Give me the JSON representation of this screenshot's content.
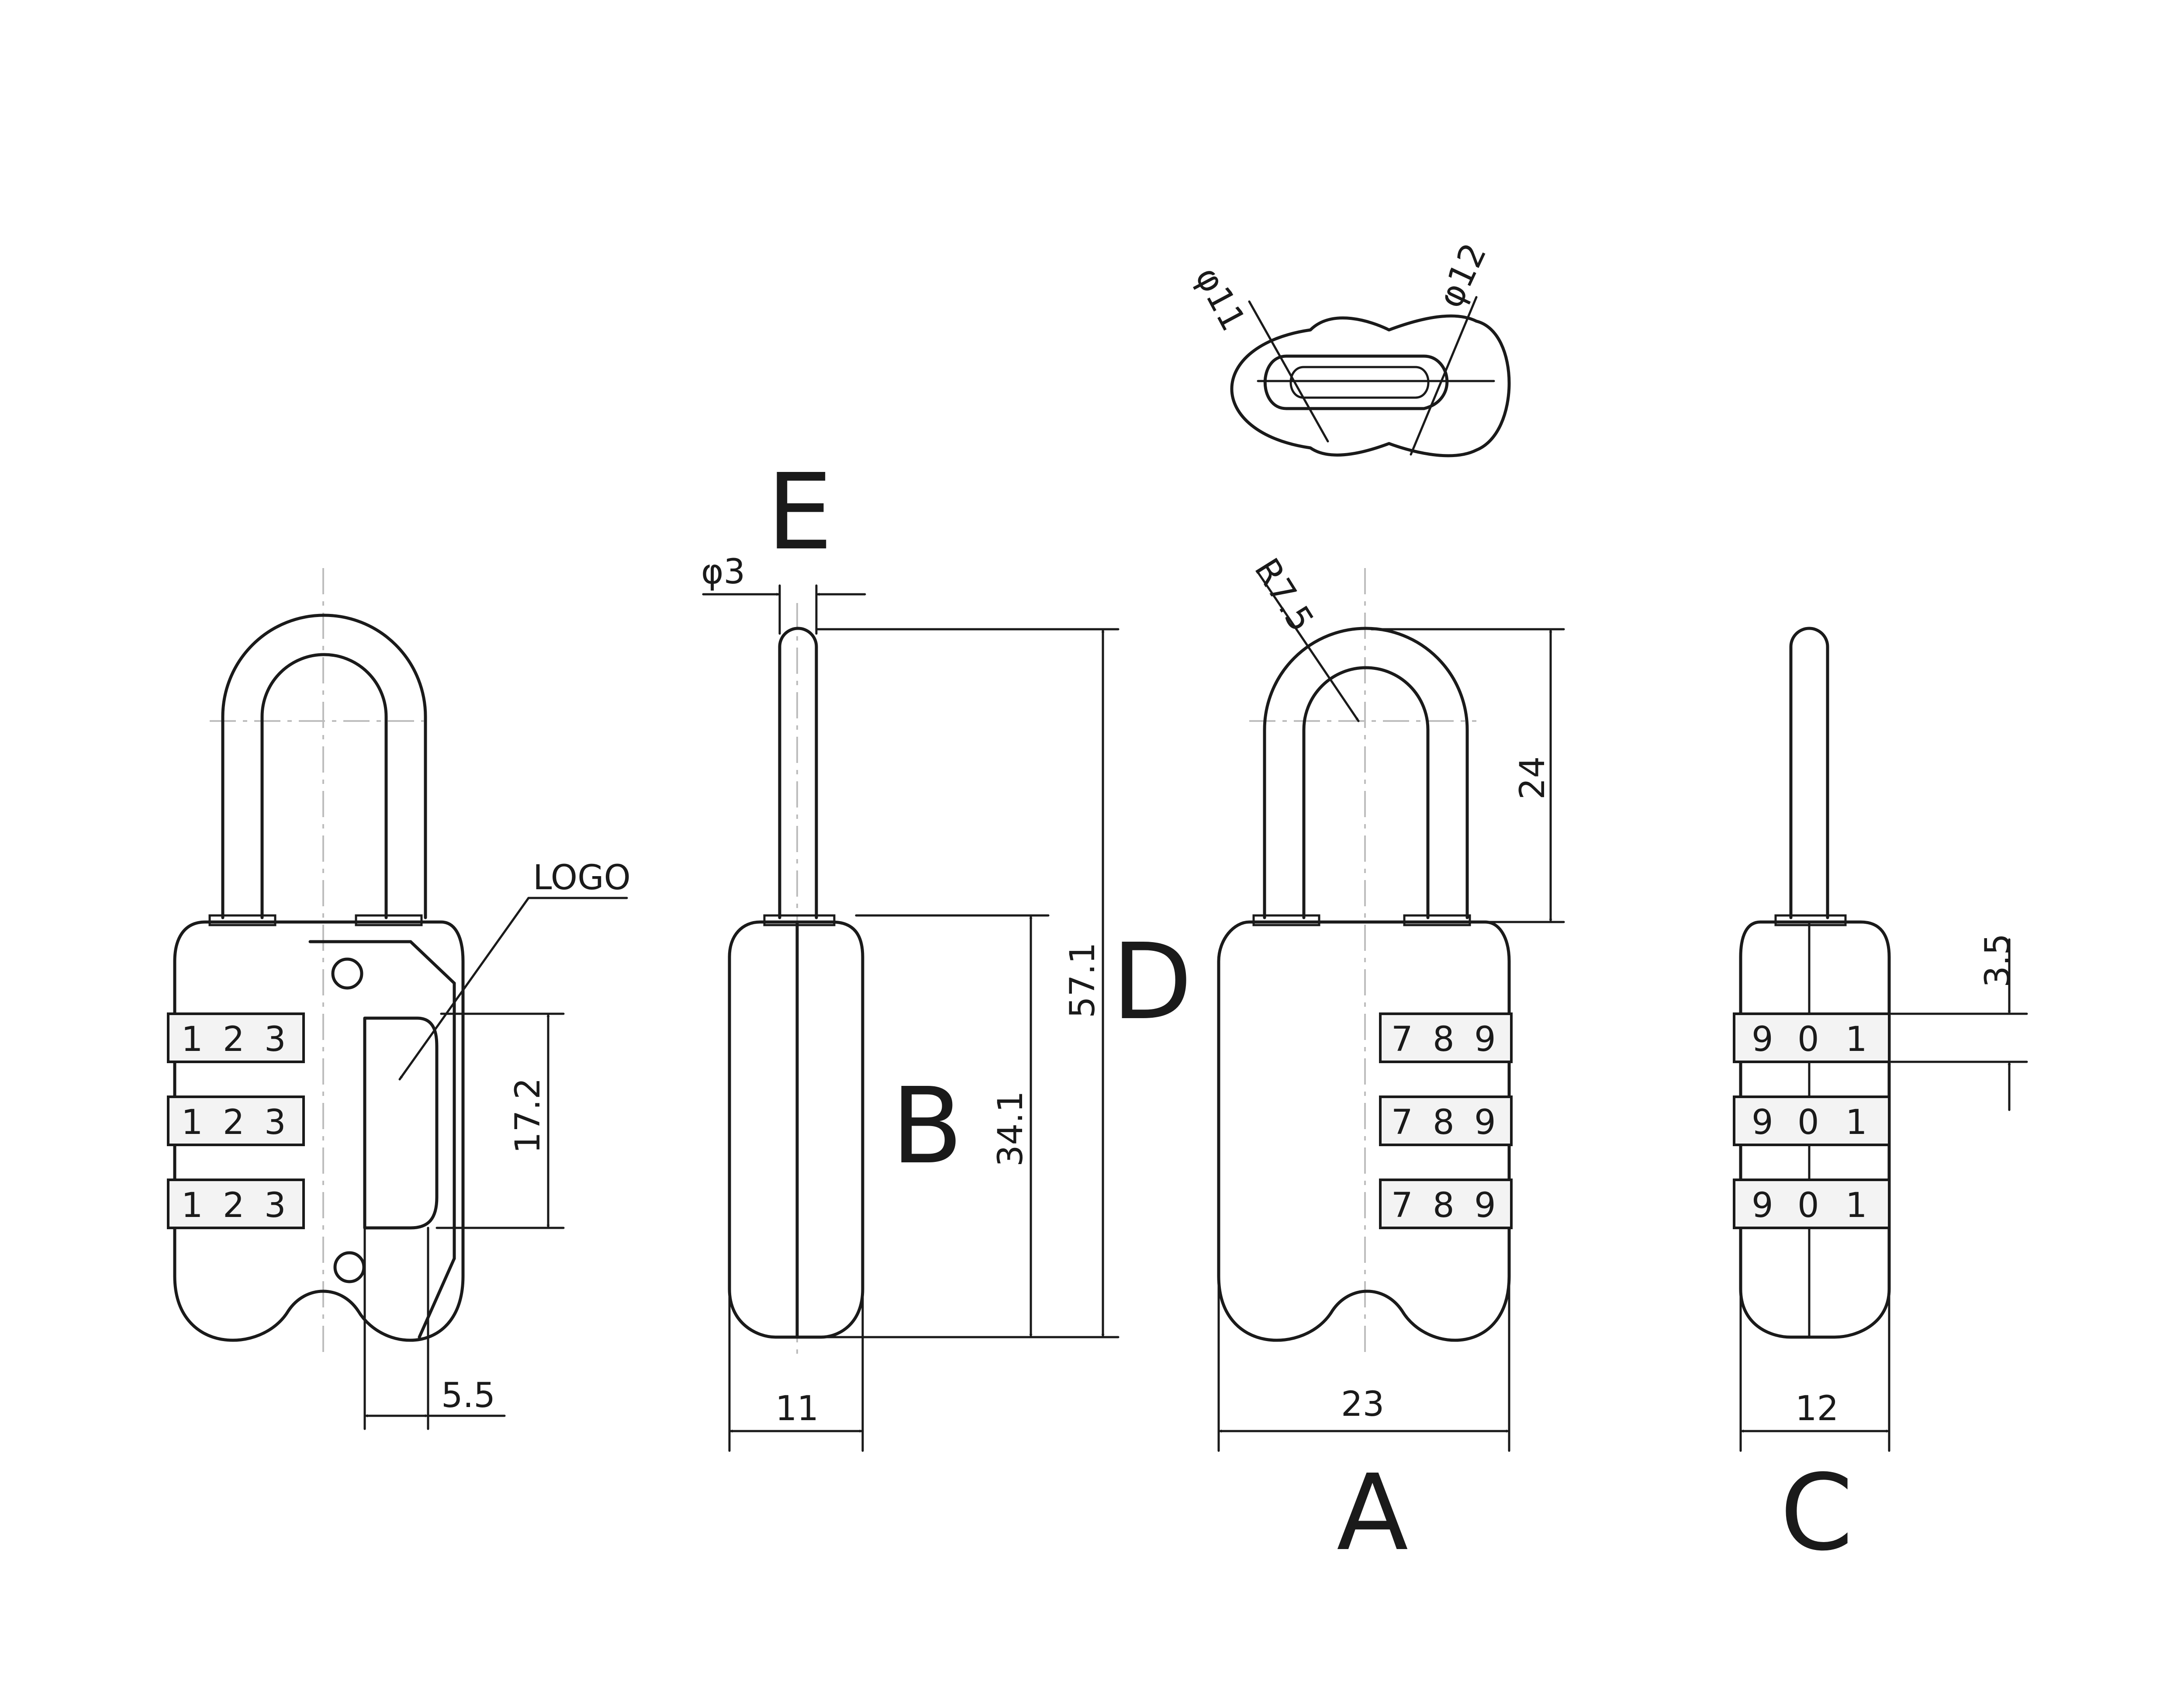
{
  "drawing": {
    "views": {
      "A": "A",
      "B": "B",
      "C": "C",
      "D": "D",
      "E": "E"
    },
    "dimensions": {
      "width_front": "23",
      "width_side": "11",
      "width_end": "12",
      "height_total": "57.1",
      "height_body": "34.1",
      "shackle_height": "24",
      "shackle_radius": "R7.5",
      "shackle_diameter": "φ3",
      "top_dia_left": "φ11",
      "top_dia_right": "φ12",
      "logo_height": "17.2",
      "logo_width": "5.5",
      "dial_pitch": "3.5"
    },
    "labels": {
      "logo": "LOGO"
    },
    "dial_digits": {
      "rear_view": [
        "1",
        "2",
        "3"
      ],
      "front_view": [
        "7",
        "8",
        "9"
      ],
      "end_view": [
        "9",
        "0",
        "1"
      ]
    }
  }
}
